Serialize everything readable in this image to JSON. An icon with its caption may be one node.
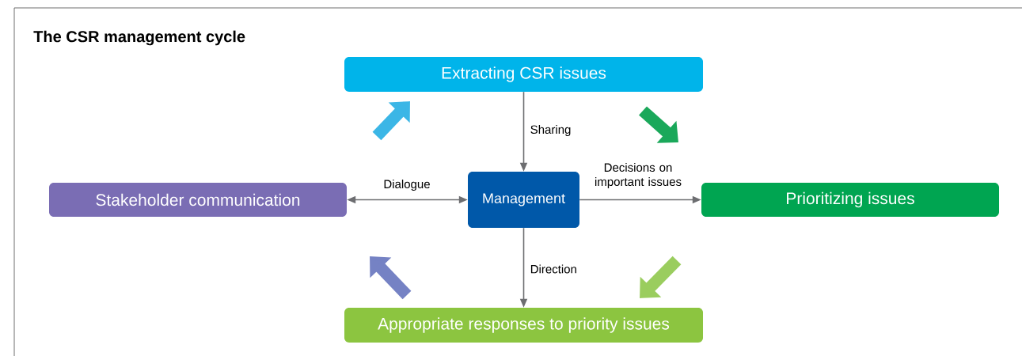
{
  "diagram": {
    "title": "The CSR management cycle",
    "nodes": [
      {
        "text": [
          "Extracting CSR issues"
        ]
      },
      {
        "text": [
          "Stakeholder communication"
        ]
      },
      {
        "text": [
          "Management"
        ]
      },
      {
        "text": [
          "Prioritizing issues"
        ]
      },
      {
        "text": [
          "Appropriate responses to priority issues"
        ]
      }
    ],
    "edges": [
      {
        "from": 0,
        "to": 2,
        "arrow": "to",
        "label": "Sharing"
      },
      {
        "from": 2,
        "to": 1,
        "arrow": "both",
        "label": "Dialogue"
      },
      {
        "from": 2,
        "to": 3,
        "arrow": "to",
        "label": "Decisions on important issues"
      },
      {
        "from": 2,
        "to": 4,
        "arrow": "to",
        "label": "Direction"
      }
    ]
  }
}
